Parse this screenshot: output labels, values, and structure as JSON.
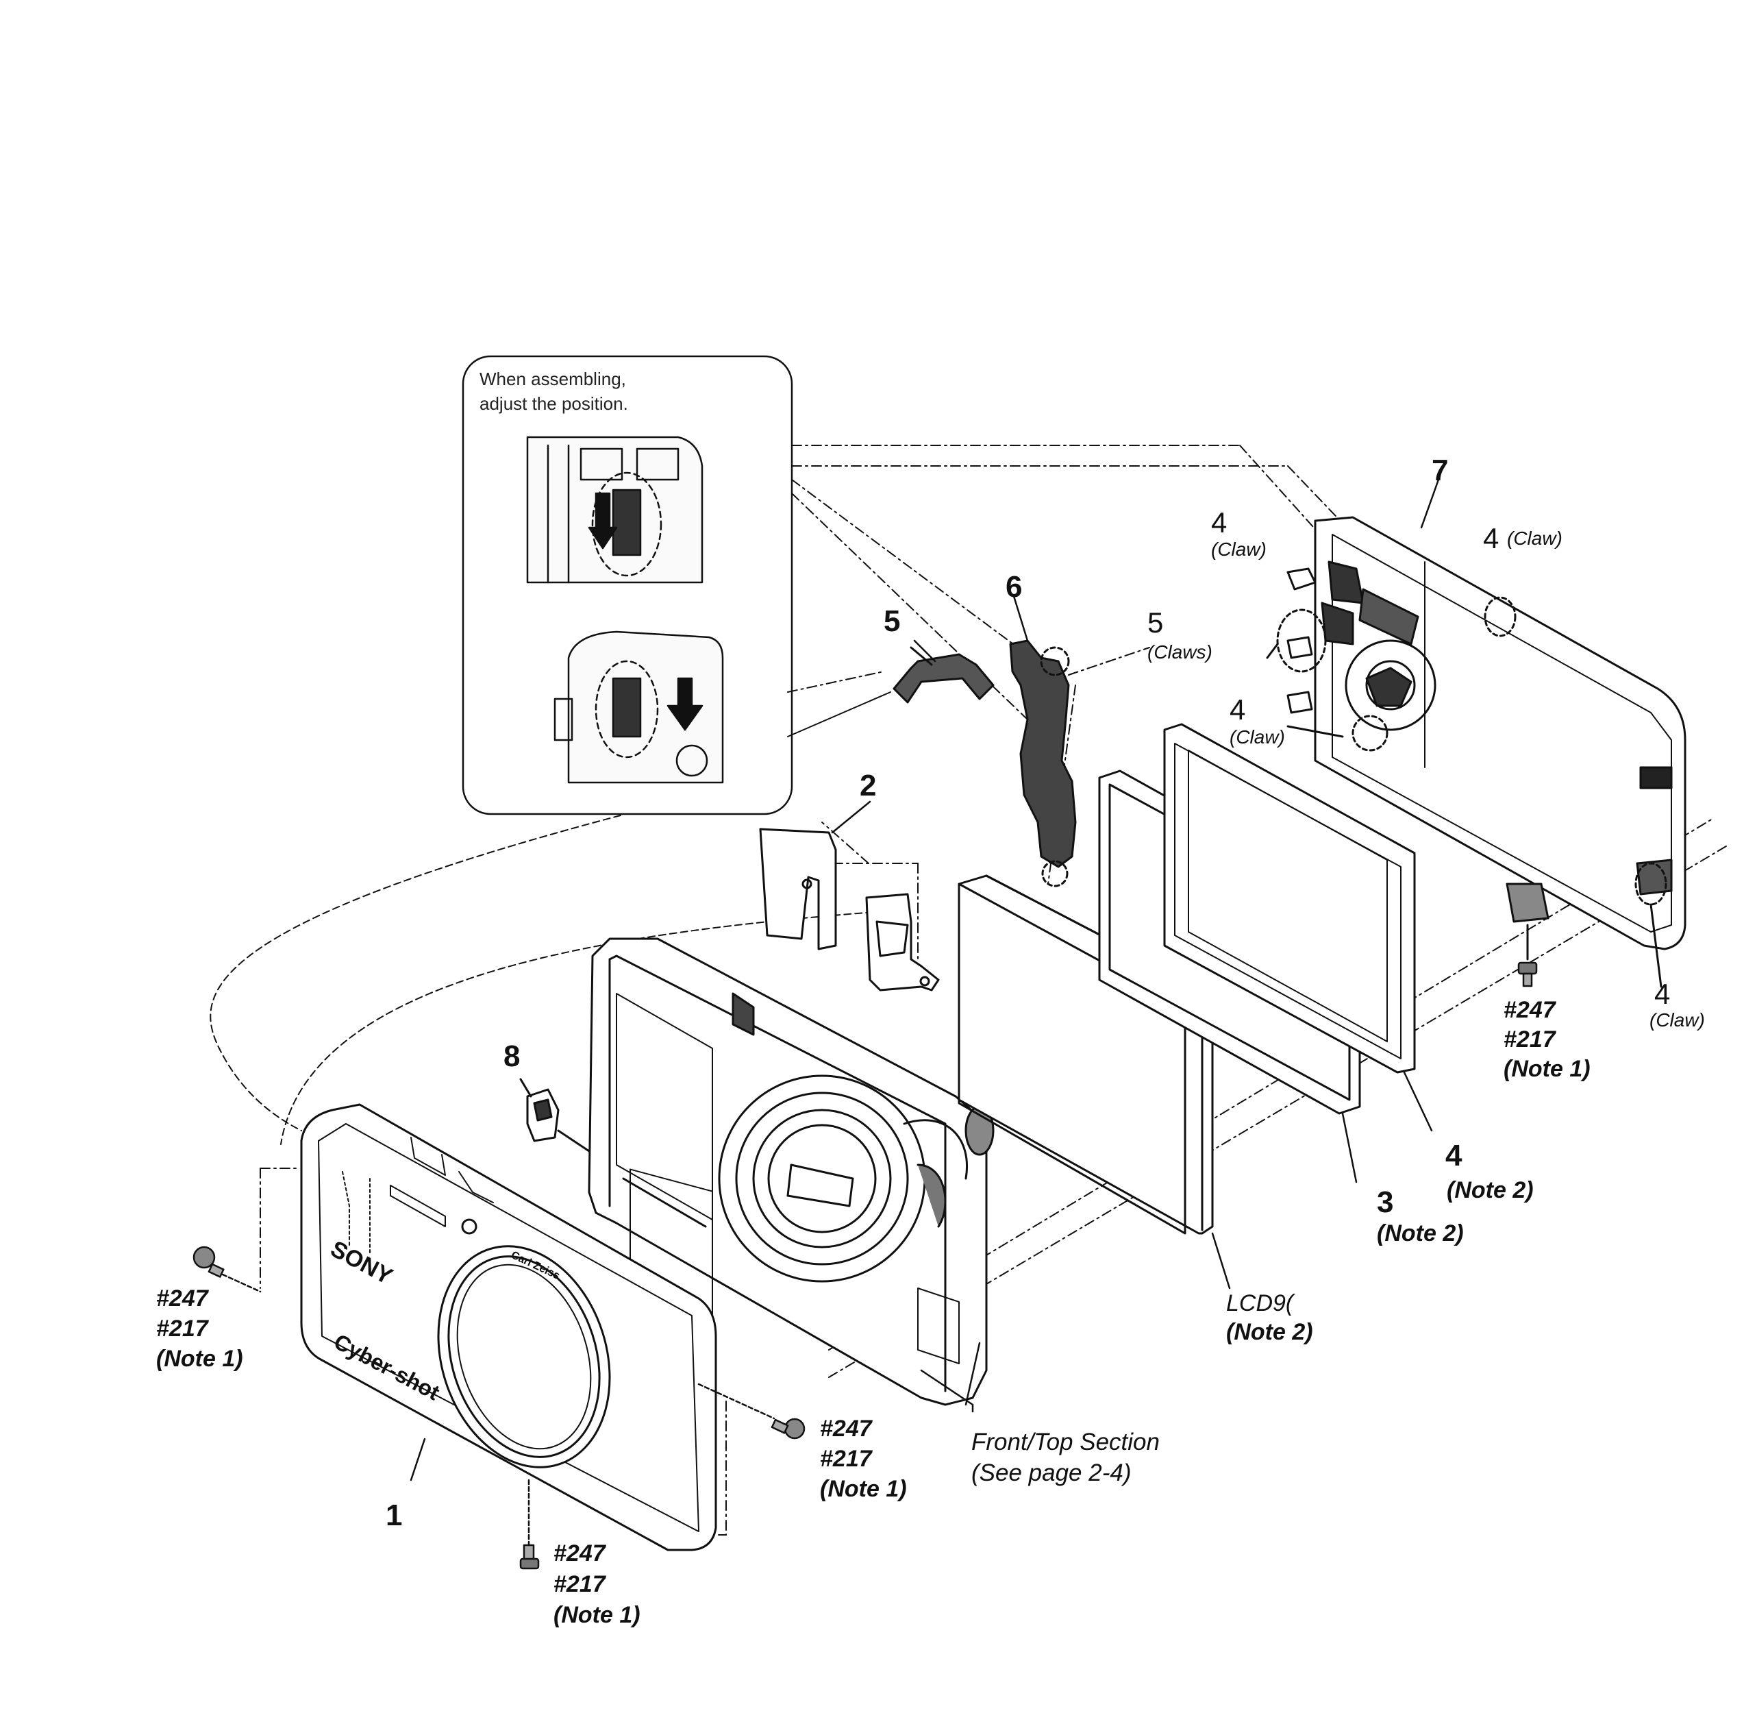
{
  "inset": {
    "line1": "When assembling,",
    "line2": "adjust the position."
  },
  "callouts": {
    "p1": "1",
    "p2": "2",
    "p3": "3",
    "p4": "4",
    "p5": "5",
    "p6": "6",
    "p7": "7",
    "p8": "8",
    "claw": "(Claw)",
    "claws": "(Claws)"
  },
  "screws": {
    "a": "#247",
    "b": "#217",
    "note1": "(Note 1)"
  },
  "notes": {
    "note2": "(Note 2)",
    "lcd": "LCD9("
  },
  "section": {
    "line1": "Front/Top Section",
    "line2": "(See page 2-4)"
  },
  "front_cover": {
    "brand": "SONY",
    "model": "Cyber-shot",
    "lens_ring": "Carl Zeiss"
  }
}
